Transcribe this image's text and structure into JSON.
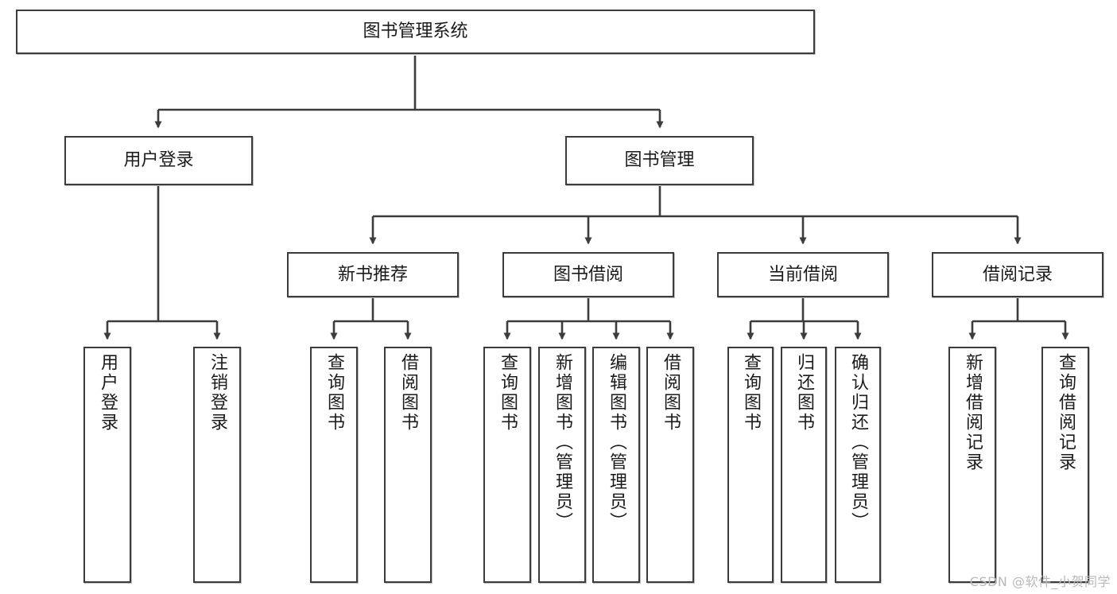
{
  "diagram": {
    "title": "图书管理系统",
    "type": "hierarchy-tree",
    "root": {
      "label": "图书管理系统"
    },
    "level2": [
      {
        "label": "用户登录"
      },
      {
        "label": "图书管理"
      }
    ],
    "level3": [
      {
        "label": "新书推荐"
      },
      {
        "label": "图书借阅"
      },
      {
        "label": "当前借阅"
      },
      {
        "label": "借阅记录"
      }
    ],
    "leaves": {
      "user_login": [
        {
          "label": "用户登录"
        },
        {
          "label": "注销登录"
        }
      ],
      "new_book_recommend": [
        {
          "label": "查询图书"
        },
        {
          "label": "借阅图书"
        }
      ],
      "book_borrow": [
        {
          "label": "查询图书"
        },
        {
          "label": "新增图书（管理员）"
        },
        {
          "label": "编辑图书（管理员）"
        },
        {
          "label": "借阅图书"
        }
      ],
      "current_borrow": [
        {
          "label": "查询图书"
        },
        {
          "label": "归还图书"
        },
        {
          "label": "确认归还（管理员）"
        }
      ],
      "borrow_record": [
        {
          "label": "新增借阅记录"
        },
        {
          "label": "查询借阅记录"
        }
      ]
    },
    "watermark": "CSDN @软件_小贺同学",
    "colors": {
      "border": "#3c3c3c",
      "text": "#1b1b1b",
      "background": "#ffffff",
      "watermark": "#b9b9b9"
    }
  }
}
